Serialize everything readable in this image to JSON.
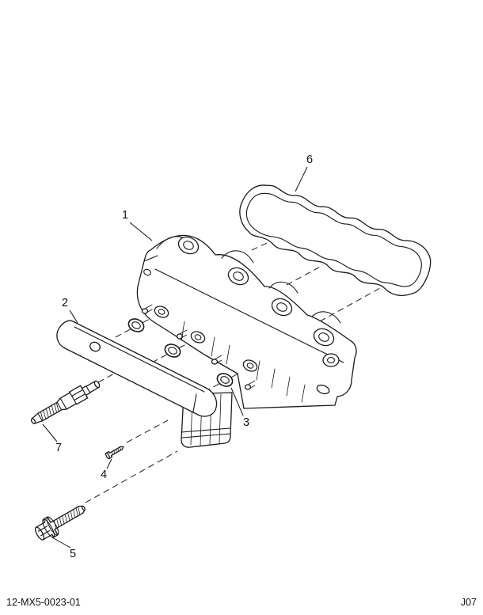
{
  "doc": {
    "footer_left": "12-MX5-0023-01",
    "footer_right": "J07"
  },
  "colors": {
    "line": "#1a1a1a",
    "background": "#ffffff"
  },
  "callouts": [
    {
      "num": "1"
    },
    {
      "num": "2"
    },
    {
      "num": "3"
    },
    {
      "num": "4"
    },
    {
      "num": "5"
    },
    {
      "num": "6"
    },
    {
      "num": "7"
    }
  ]
}
